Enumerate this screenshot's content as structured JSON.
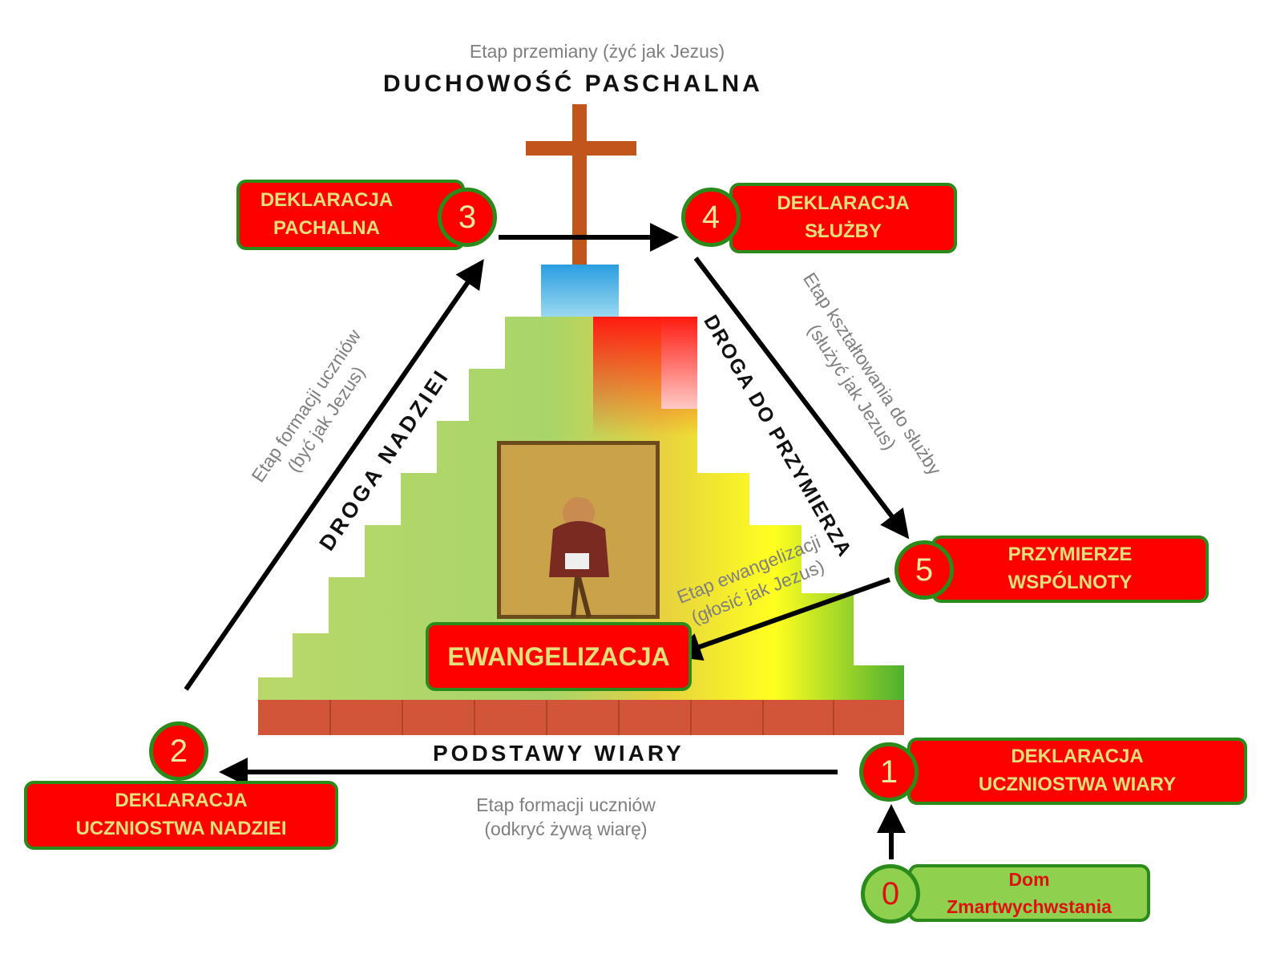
{
  "top": {
    "stage": "Etap przemiany (żyć  jak Jezus)",
    "title": "DUCHOWOŚĆ PASCHALNA"
  },
  "bottom_title": "PODSTAWY WIARY",
  "paths": {
    "left": "DROGA NADZIEI",
    "right": "DROGA DO PRZYMIERZA"
  },
  "stages": {
    "left": {
      "line1": "Etap formacji uczniów",
      "line2": "(być jak Jezus)"
    },
    "right": {
      "line1": "Etap  kształtowania do służby",
      "line2": "(służyć jak Jezus)"
    },
    "center": {
      "line1": "Etap ewangelizacji",
      "line2": "(głosić jak Jezus)"
    },
    "bottom": {
      "line1": "Etap formacji uczniów",
      "line2": "(odkryć żywą wiarę)"
    }
  },
  "nodes": [
    {
      "num": "0",
      "line1": "Dom",
      "line2": "Zmartwychwstania"
    },
    {
      "num": "1",
      "line1": "DEKLARACJA",
      "line2": "UCZNIOSTWA WIARY"
    },
    {
      "num": "2",
      "line1": "DEKLARACJA",
      "line2": "UCZNIOSTWA NADZIEI"
    },
    {
      "num": "3",
      "line1": "DEKLARACJA",
      "line2": "PACHALNA"
    },
    {
      "num": "4",
      "line1": "DEKLARACJA",
      "line2": "SŁUŻBY"
    },
    {
      "num": "5",
      "line1": "PRZYMIERZE",
      "line2": "WSPÓLNOTY"
    }
  ],
  "center_label": "EWANGELIZACJA",
  "colors": {
    "box": "#ff0000",
    "border": "#2a8a1a",
    "box_text": "#e6e07a",
    "home_box": "#8fd14f",
    "cross": "#c0561c"
  }
}
